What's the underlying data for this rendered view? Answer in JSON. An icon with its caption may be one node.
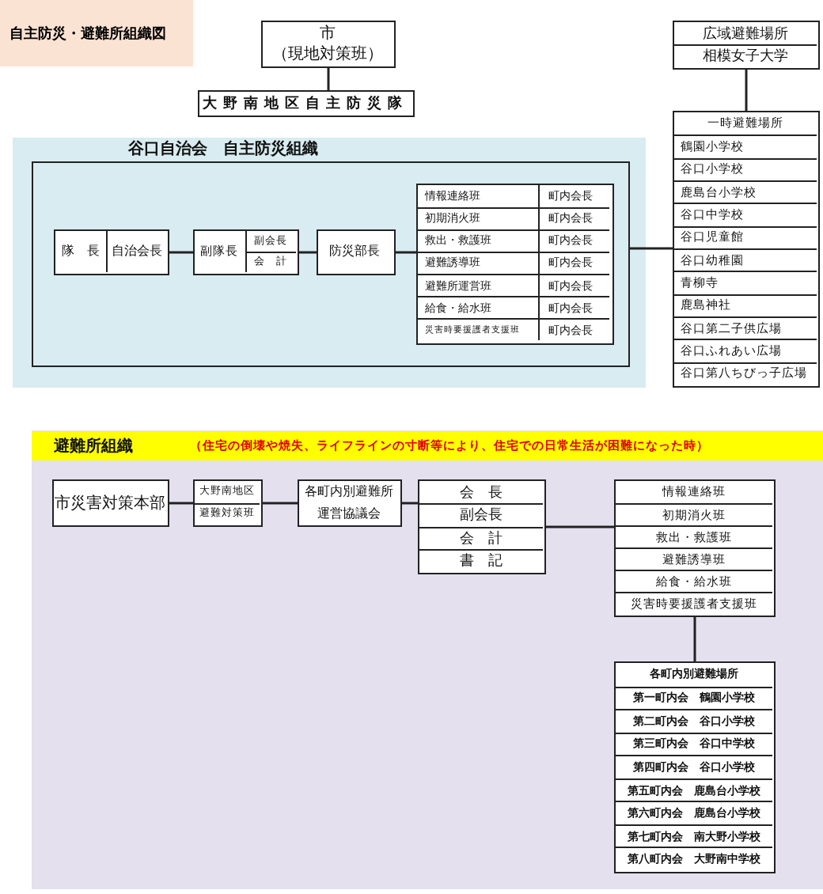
{
  "diagram": {
    "title": "自主防災・避難所組織図",
    "nodes": [
      {
        "text": [
          "市",
          "（現地対策班）"
        ]
      },
      {
        "text": [
          "大野南地区自主防災隊"
        ]
      },
      {
        "text": [
          "広域避難場所",
          "相模女子大学"
        ]
      },
      {
        "text": [
          "一時避難場所",
          "鶴園小学校",
          "谷口小学校",
          "鹿島台小学校",
          "谷口中学校",
          "谷口児童館",
          "谷口幼稚園",
          "青柳寺",
          "鹿島神社",
          "谷口第二子供広場",
          "谷口ふれあい広場",
          "谷口第八ちびっ子広場"
        ]
      },
      {
        "text": [
          "谷口自治会　自主防災組織"
        ]
      },
      {
        "text": [
          "隊　長",
          "自治会長"
        ],
        "in": 4
      },
      {
        "text": [
          "副隊長",
          "副会長",
          "会　計"
        ],
        "in": 4
      },
      {
        "text": [
          "防災部長"
        ],
        "in": 4
      },
      {
        "text": [
          "情報連絡班",
          "町内会長",
          "初期消火班",
          "町内会長",
          "救出・救護班",
          "町内会長",
          "避難誘導班",
          "町内会長",
          "避難所運営班",
          "町内会長",
          "給食・給水班",
          "町内会長",
          "災害時要援護者支援班",
          "町内会長"
        ],
        "in": 4
      },
      {
        "text": [
          "避難所組織",
          "（住宅の倒壊や焼失、ライフラインの寸断等により、住宅での日常生活が困難になった時）"
        ]
      },
      {
        "text": [
          "市災害対策本部"
        ],
        "in": 9
      },
      {
        "text": [
          "大野南地区",
          "避難対策班"
        ],
        "in": 9
      },
      {
        "text": [
          "各町内別避難所",
          "運営協議会"
        ],
        "in": 9
      },
      {
        "text": [
          "会　長",
          "副会長",
          "会　計",
          "書　記"
        ],
        "in": 9
      },
      {
        "text": [
          "情報連絡班",
          "初期消火班",
          "救出・救護班",
          "避難誘導班",
          "給食・給水班",
          "災害時要援護者支援班"
        ],
        "in": 9
      },
      {
        "text": [
          "各町内別避難場所",
          "第一町内会　鶴園小学校",
          "第二町内会　谷口小学校",
          "第三町内会　谷口中学校",
          "第四町内会　谷口小学校",
          "第五町内会　鹿島台小学校",
          "第六町内会　鹿島台小学校",
          "第七町内会　南大野小学校",
          "第八町内会　大野南中学校"
        ],
        "in": 9
      }
    ],
    "edges": [
      {
        "from": 0,
        "to": 1,
        "arrow": "none"
      },
      {
        "from": 2,
        "to": 3,
        "arrow": "none"
      },
      {
        "from": 4,
        "to": 3,
        "arrow": "none"
      },
      {
        "from": 5,
        "to": 6,
        "arrow": "none"
      },
      {
        "from": 6,
        "to": 7,
        "arrow": "none"
      },
      {
        "from": 7,
        "to": 8,
        "arrow": "none"
      },
      {
        "from": 10,
        "to": 11,
        "arrow": "none"
      },
      {
        "from": 11,
        "to": 12,
        "arrow": "none"
      },
      {
        "from": 12,
        "to": 13,
        "arrow": "none"
      },
      {
        "from": 13,
        "to": 14,
        "arrow": "none"
      },
      {
        "from": 14,
        "to": 15,
        "arrow": "none"
      }
    ]
  }
}
